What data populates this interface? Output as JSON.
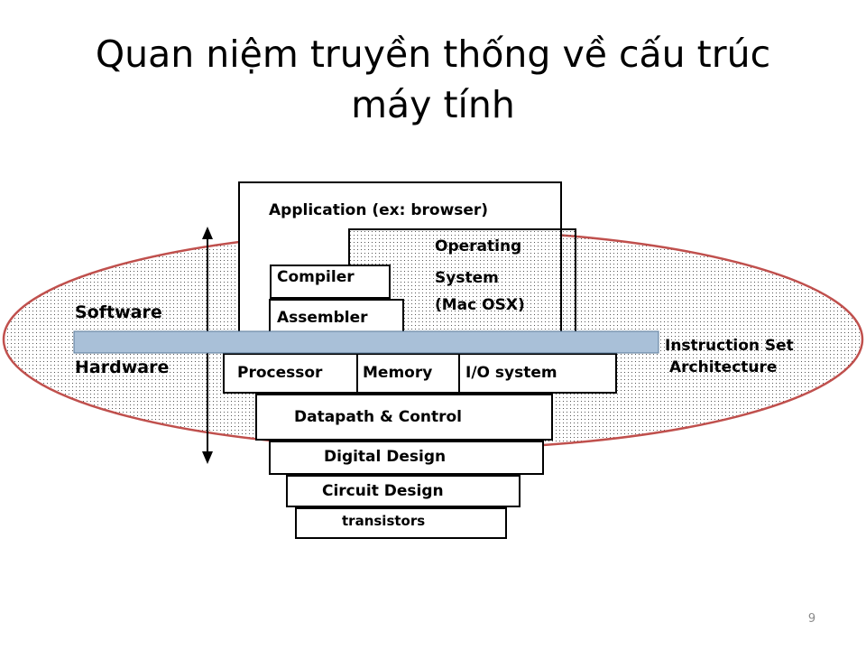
{
  "slide": {
    "title_line1": "Quan niệm truyền thống về cấu trúc",
    "title_line2": "máy tính",
    "page_number": "9"
  },
  "diagram": {
    "application": "Application (ex: browser)",
    "os_line1": "Operating",
    "os_line2": "System",
    "os_line3": "(Mac OSX)",
    "compiler": "Compiler",
    "assembler": "Assembler",
    "software": "Software",
    "hardware": "Hardware",
    "isa_line1": "Instruction Set",
    "isa_line2": "Architecture",
    "processor": "Processor",
    "memory": "Memory",
    "io_system": "I/O system",
    "datapath": "Datapath & Control",
    "digital_design": "Digital Design",
    "circuit_design": "Circuit Design",
    "transistors": "transistors"
  },
  "colors": {
    "ellipse_stroke": "#c0504d",
    "isa_bar_fill": "#a9c0d8",
    "dot": "#555555"
  }
}
